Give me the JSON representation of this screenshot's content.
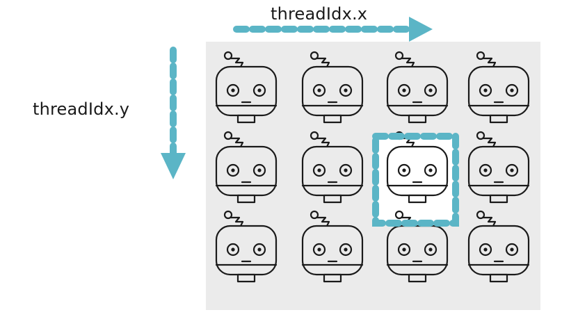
{
  "diagram": {
    "x_label": "threadIdx.x",
    "y_label": "threadIdx.y",
    "grid": {
      "rows": 3,
      "cols": 4
    },
    "highlighted_thread": {
      "x": 2,
      "y": 1
    },
    "colors": {
      "accent": "#5bb5c6",
      "grid_background": "#ebebeb",
      "stroke": "#1a1a1a",
      "highlight_fill": "#ffffff"
    },
    "cell_icon": "robot-head-icon"
  }
}
